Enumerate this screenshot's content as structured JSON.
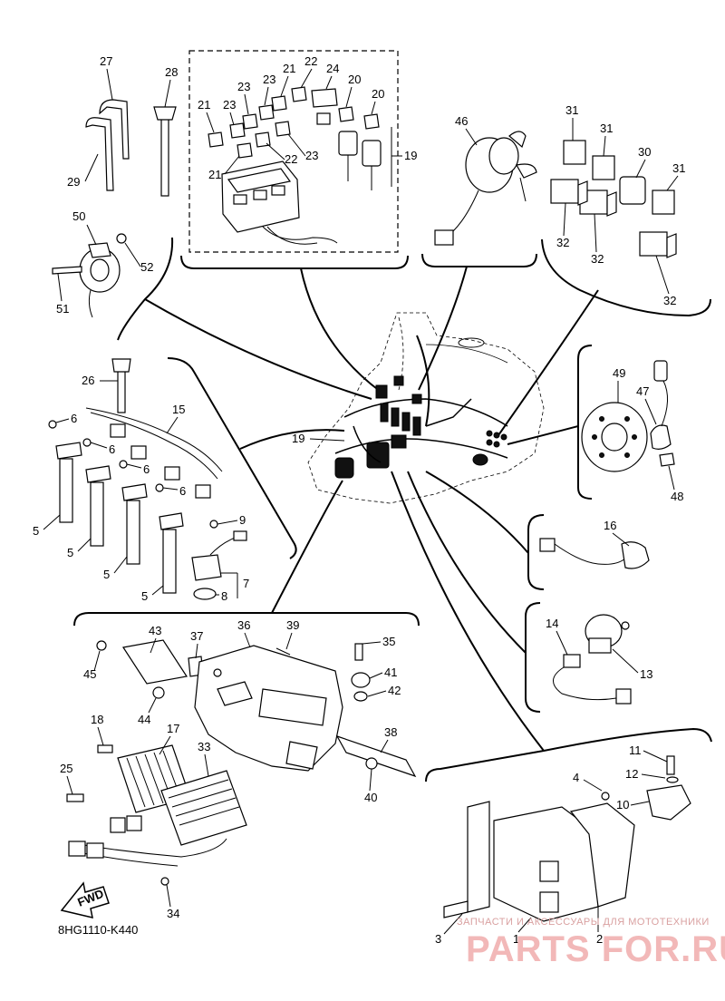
{
  "diagram": {
    "parts": [
      {
        "id": "p1",
        "label": "1"
      },
      {
        "id": "p2",
        "label": "2"
      },
      {
        "id": "p3",
        "label": "3"
      },
      {
        "id": "p4",
        "label": "4"
      },
      {
        "id": "p5a",
        "label": "5"
      },
      {
        "id": "p5b",
        "label": "5"
      },
      {
        "id": "p5c",
        "label": "5"
      },
      {
        "id": "p5d",
        "label": "5"
      },
      {
        "id": "p6a",
        "label": "6"
      },
      {
        "id": "p6b",
        "label": "6"
      },
      {
        "id": "p6c",
        "label": "6"
      },
      {
        "id": "p6d",
        "label": "6"
      },
      {
        "id": "p7",
        "label": "7"
      },
      {
        "id": "p8",
        "label": "8"
      },
      {
        "id": "p9",
        "label": "9"
      },
      {
        "id": "p10",
        "label": "10"
      },
      {
        "id": "p11",
        "label": "11"
      },
      {
        "id": "p12",
        "label": "12"
      },
      {
        "id": "p13",
        "label": "13"
      },
      {
        "id": "p14",
        "label": "14"
      },
      {
        "id": "p15",
        "label": "15"
      },
      {
        "id": "p16",
        "label": "16"
      },
      {
        "id": "p17",
        "label": "17"
      },
      {
        "id": "p18",
        "label": "18"
      },
      {
        "id": "p19a",
        "label": "19"
      },
      {
        "id": "p19b",
        "label": "19"
      },
      {
        "id": "p20a",
        "label": "20"
      },
      {
        "id": "p20b",
        "label": "20"
      },
      {
        "id": "p21a",
        "label": "21"
      },
      {
        "id": "p21b",
        "label": "21"
      },
      {
        "id": "p21c",
        "label": "21"
      },
      {
        "id": "p22a",
        "label": "22"
      },
      {
        "id": "p22b",
        "label": "22"
      },
      {
        "id": "p23a",
        "label": "23"
      },
      {
        "id": "p23b",
        "label": "23"
      },
      {
        "id": "p23c",
        "label": "23"
      },
      {
        "id": "p24",
        "label": "24"
      },
      {
        "id": "p25",
        "label": "25"
      },
      {
        "id": "p26",
        "label": "26"
      },
      {
        "id": "p27",
        "label": "27"
      },
      {
        "id": "p28",
        "label": "28"
      },
      {
        "id": "p29",
        "label": "29"
      },
      {
        "id": "p30",
        "label": "30"
      },
      {
        "id": "p31a",
        "label": "31"
      },
      {
        "id": "p31b",
        "label": "31"
      },
      {
        "id": "p31c",
        "label": "31"
      },
      {
        "id": "p32a",
        "label": "32"
      },
      {
        "id": "p32b",
        "label": "32"
      },
      {
        "id": "p32c",
        "label": "32"
      },
      {
        "id": "p33",
        "label": "33"
      },
      {
        "id": "p34",
        "label": "34"
      },
      {
        "id": "p35",
        "label": "35"
      },
      {
        "id": "p36",
        "label": "36"
      },
      {
        "id": "p37",
        "label": "37"
      },
      {
        "id": "p38",
        "label": "38"
      },
      {
        "id": "p39",
        "label": "39"
      },
      {
        "id": "p40",
        "label": "40"
      },
      {
        "id": "p41",
        "label": "41"
      },
      {
        "id": "p42",
        "label": "42"
      },
      {
        "id": "p43",
        "label": "43"
      },
      {
        "id": "p44",
        "label": "44"
      },
      {
        "id": "p45",
        "label": "45"
      },
      {
        "id": "p46",
        "label": "46"
      },
      {
        "id": "p47",
        "label": "47"
      },
      {
        "id": "p48",
        "label": "48"
      },
      {
        "id": "p49",
        "label": "49"
      },
      {
        "id": "p50",
        "label": "50"
      },
      {
        "id": "p51",
        "label": "51"
      },
      {
        "id": "p52",
        "label": "52"
      }
    ],
    "fwd_label": "FWD",
    "diagram_code": "8HG1110-K440"
  },
  "watermark": {
    "tagline": "ЗАПЧАСТИ И АКСЕССУАРЫ ДЛЯ МОТОТЕХНИКИ",
    "brand": "PARTS FOR.RU"
  }
}
